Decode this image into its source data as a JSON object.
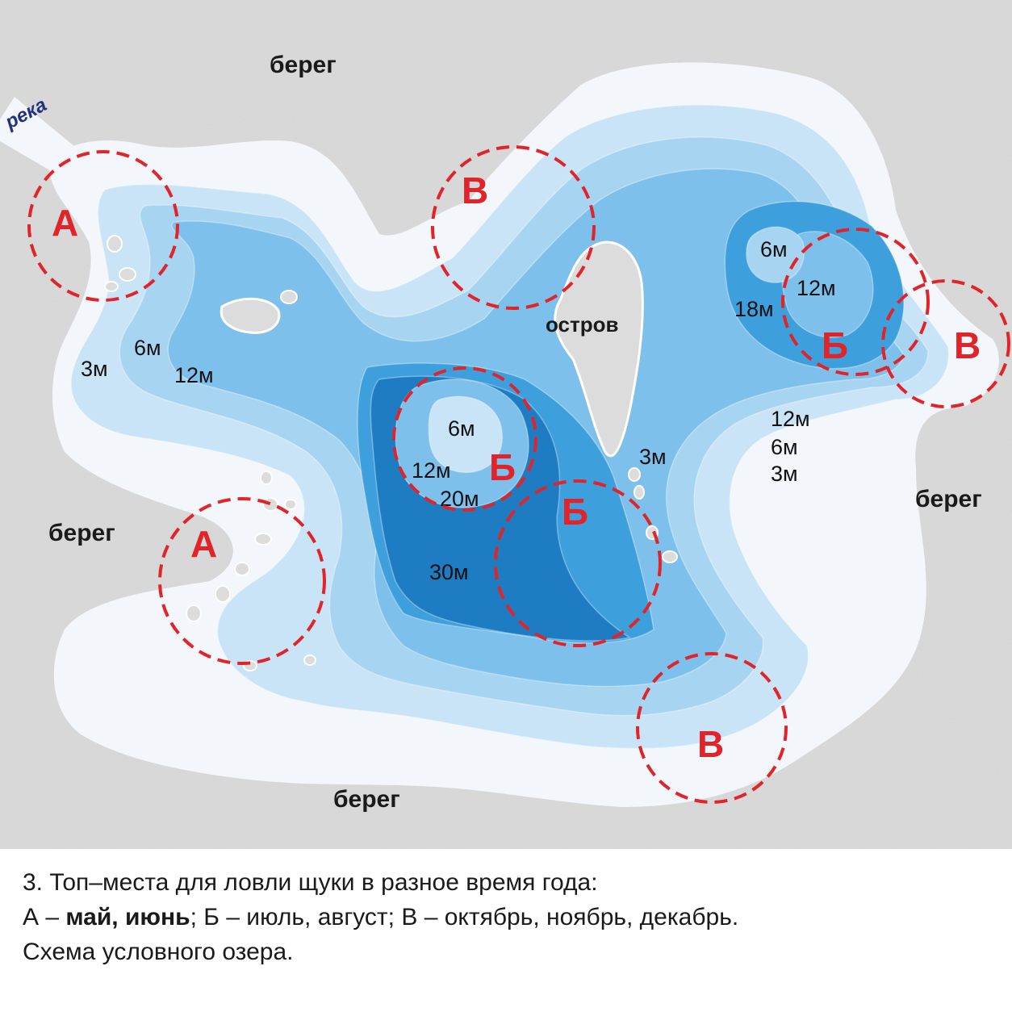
{
  "colors": {
    "shore": "#dcdcdc",
    "shallows": "#f3f6fa",
    "depth_3m": "#c9e4f6",
    "depth_6m": "#a6d4f1",
    "depth_12m": "#7dc0eb",
    "depth_20m": "#3e9fdd",
    "depth_30m": "#1e7cc2",
    "zone_marker": "#e1232a"
  },
  "map": {
    "shore_labels": [
      "берег",
      "берег",
      "берег",
      "берег"
    ],
    "river_label": "река",
    "island_label": "остров",
    "depth_labels": [
      "3м",
      "6м",
      "12м",
      "6м",
      "12м",
      "20м",
      "30м",
      "6м",
      "12м",
      "18м",
      "12м",
      "6м",
      "3м",
      "3м"
    ],
    "zones": [
      {
        "letter": "А",
        "season": "май, июнь"
      },
      {
        "letter": "А",
        "season": "май, июнь"
      },
      {
        "letter": "Б",
        "season": "июль, август"
      },
      {
        "letter": "Б",
        "season": "июль, август"
      },
      {
        "letter": "Б",
        "season": "июль, август"
      },
      {
        "letter": "В",
        "season": "октябрь, ноябрь, декабрь"
      },
      {
        "letter": "В",
        "season": "октябрь, ноябрь, декабрь"
      },
      {
        "letter": "В",
        "season": "октябрь, ноябрь, декабрь"
      }
    ]
  },
  "caption": {
    "line1": "3. Топ–места для ловли щуки в разное время года:",
    "line2_a": "А – ",
    "line2_a_months": "май, июнь",
    "line2_rest": "; Б – июль, август; В – октябрь, ноябрь, декабрь.",
    "line3": "Схема условного озера."
  }
}
